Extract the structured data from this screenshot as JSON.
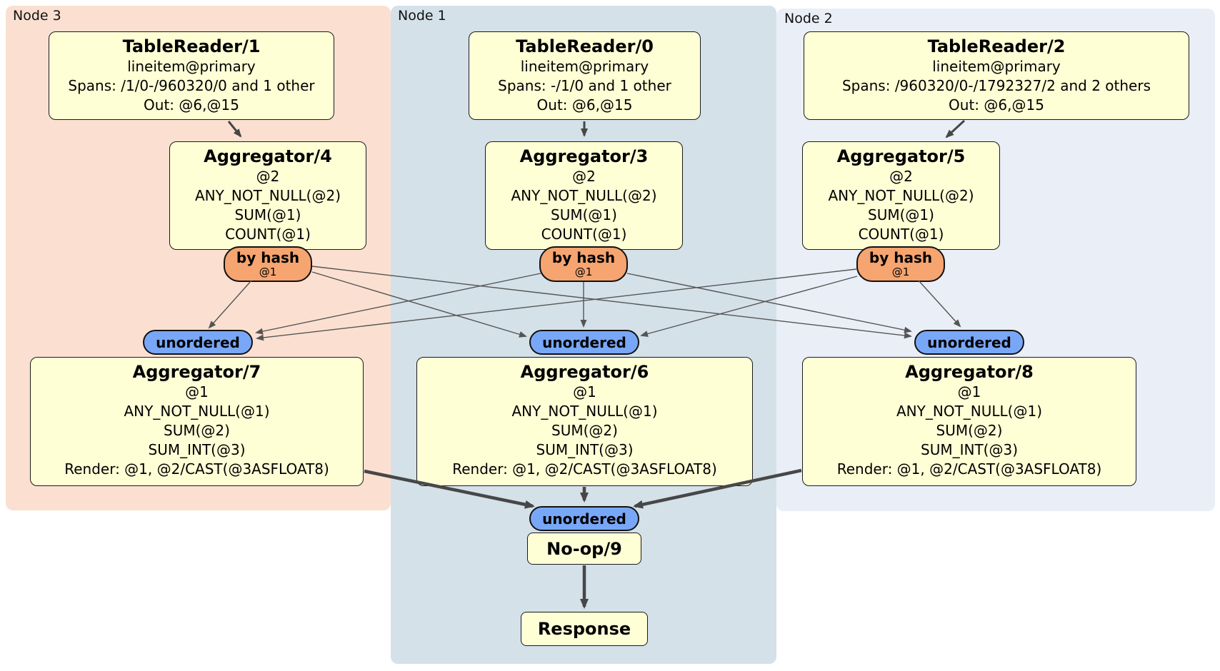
{
  "nodes": [
    {
      "id": "node3",
      "label": "Node 3",
      "bg": "#fbe0d1"
    },
    {
      "id": "node1",
      "label": "Node 1",
      "bg": "#d4e1e9"
    },
    {
      "id": "node2",
      "label": "Node 2",
      "bg": "#e9eef7"
    }
  ],
  "processors": {
    "tr1": {
      "title": "TableReader/1",
      "lines": [
        "lineitem@primary",
        "Spans: /1/0-/960320/0 and 1 other",
        "Out: @6,@15"
      ]
    },
    "tr0": {
      "title": "TableReader/0",
      "lines": [
        "lineitem@primary",
        "Spans: -/1/0 and 1 other",
        "Out: @6,@15"
      ]
    },
    "tr2": {
      "title": "TableReader/2",
      "lines": [
        "lineitem@primary",
        "Spans: /960320/0-/1792327/2 and 2 others",
        "Out: @6,@15"
      ]
    },
    "agg4": {
      "title": "Aggregator/4",
      "lines": [
        "@2",
        "ANY_NOT_NULL(@2)",
        "SUM(@1)",
        "COUNT(@1)"
      ]
    },
    "agg3": {
      "title": "Aggregator/3",
      "lines": [
        "@2",
        "ANY_NOT_NULL(@2)",
        "SUM(@1)",
        "COUNT(@1)"
      ]
    },
    "agg5": {
      "title": "Aggregator/5",
      "lines": [
        "@2",
        "ANY_NOT_NULL(@2)",
        "SUM(@1)",
        "COUNT(@1)"
      ]
    },
    "agg7": {
      "title": "Aggregator/7",
      "lines": [
        "@1",
        "ANY_NOT_NULL(@1)",
        "SUM(@2)",
        "SUM_INT(@3)",
        "Render: @1, @2/CAST(@3ASFLOAT8)"
      ]
    },
    "agg6": {
      "title": "Aggregator/6",
      "lines": [
        "@1",
        "ANY_NOT_NULL(@1)",
        "SUM(@2)",
        "SUM_INT(@3)",
        "Render: @1, @2/CAST(@3ASFLOAT8)"
      ]
    },
    "agg8": {
      "title": "Aggregator/8",
      "lines": [
        "@1",
        "ANY_NOT_NULL(@1)",
        "SUM(@2)",
        "SUM_INT(@3)",
        "Render: @1, @2/CAST(@3ASFLOAT8)"
      ]
    },
    "noop": {
      "title": "No-op/9"
    },
    "response": {
      "title": "Response"
    }
  },
  "routers": {
    "hash4": {
      "label": "by hash",
      "detail": "@1"
    },
    "hash3": {
      "label": "by hash",
      "detail": "@1"
    },
    "hash5": {
      "label": "by hash",
      "detail": "@1"
    }
  },
  "syncs": {
    "u7": {
      "label": "unordered"
    },
    "u6": {
      "label": "unordered"
    },
    "u8": {
      "label": "unordered"
    },
    "u9": {
      "label": "unordered"
    }
  },
  "colors": {
    "node3_bg": "#fbe0d1",
    "node1_bg": "#d4e1e9",
    "node2_bg": "#e9eef7",
    "box_fill": "#ffffd6",
    "router_fill": "#f6a470",
    "sync_fill": "#79a7f7",
    "edge": "#474747",
    "border": "#111111"
  }
}
